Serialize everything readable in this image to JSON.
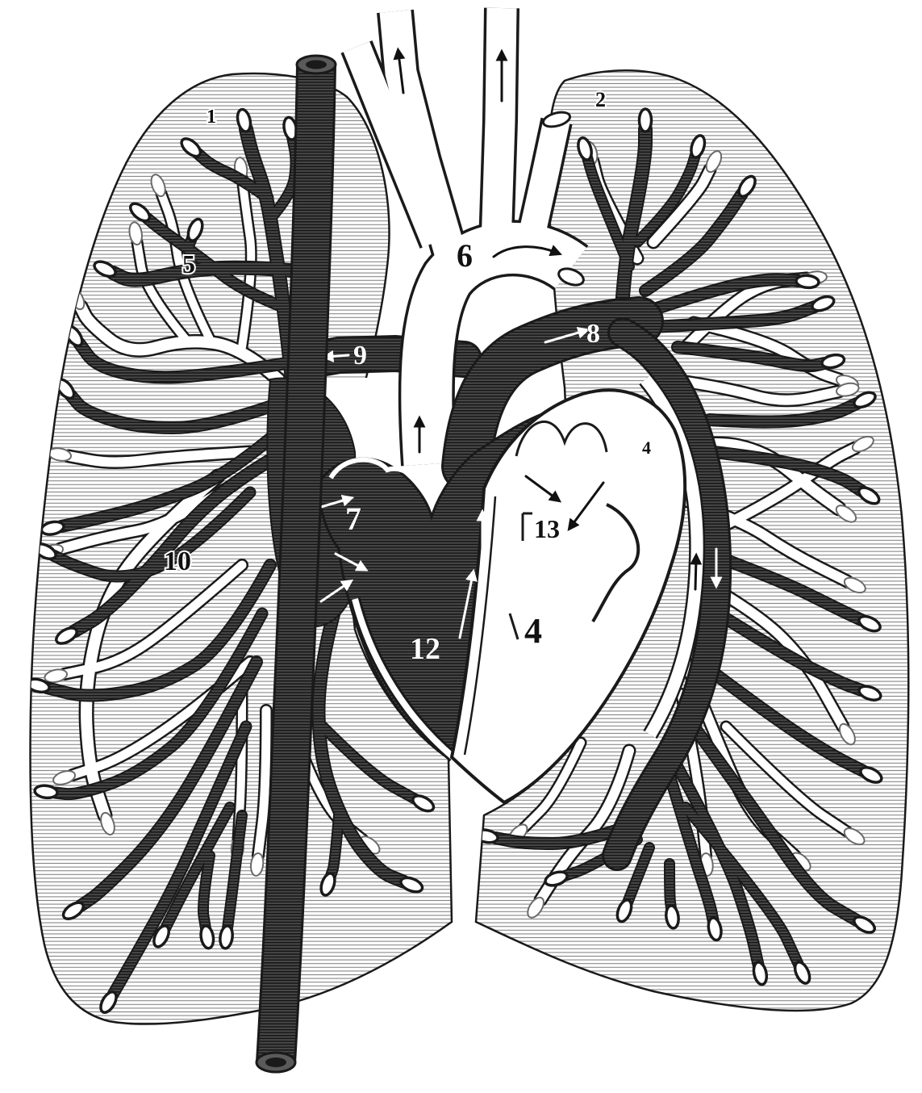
{
  "figure": {
    "labels": {
      "n1": "1",
      "n2": "2",
      "n5": "5",
      "n6": "6",
      "n8": "8",
      "n9": "9",
      "n7": "7",
      "n10": "10",
      "n13": "13",
      "n4": "4",
      "n12": "12",
      "n4_small": "4"
    }
  },
  "colors": {
    "ink": "#1a1a1a",
    "paper": "#ffffff",
    "hatch": "#858585",
    "vessel_dark": "#484848"
  }
}
